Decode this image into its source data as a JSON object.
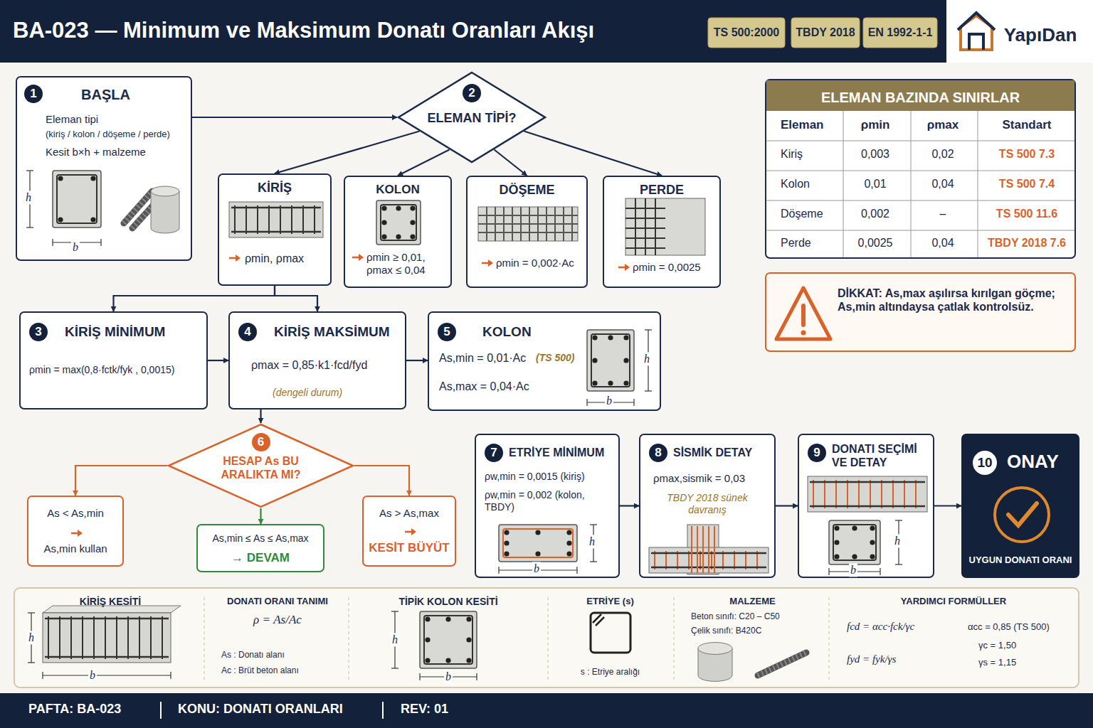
{
  "diagram": {
    "title": "BA-023 — Minimum ve Maksimum Donatı Oranları Akışı",
    "nodes": [
      {
        "text": [
          "1",
          "BAŞLA",
          "Eleman tipi",
          "(kiriş / kolon / döşeme / perde)",
          "Kesit b×h + malzeme"
        ]
      },
      {
        "text": [
          "2",
          "ELEMAN TİPİ?"
        ]
      },
      {
        "text": [
          "KİRİŞ",
          "ρmin, ρmax"
        ]
      },
      {
        "text": [
          "KOLON",
          "ρmin ≥ 0,01, ρmax ≤ 0,04"
        ]
      },
      {
        "text": [
          "DÖŞEME",
          "ρmin = 0,002·Ac"
        ]
      },
      {
        "text": [
          "PERDE",
          "ρmin = 0,0025"
        ]
      },
      {
        "text": [
          "3",
          "KİRİŞ MİNİMUM",
          "ρmin = max(0,8·fctk/fyk , 0,0015)"
        ]
      },
      {
        "text": [
          "4",
          "KİRİŞ MAKSİMUM",
          "ρmax = 0,85·k1·fcd/fyd",
          "(dengeli durum)"
        ]
      },
      {
        "text": [
          "5",
          "KOLON",
          "As,min = 0,01·Ac",
          "(TS 500)",
          "As,max = 0,04·Ac"
        ]
      },
      {
        "text": [
          "6",
          "HESAP As BU ARALIKTA MI?"
        ]
      },
      {
        "text": [
          "As < As,min",
          "As,min kullan"
        ]
      },
      {
        "text": [
          "As,min ≤ As ≤ As,max",
          "→ DEVAM"
        ]
      },
      {
        "text": [
          "As > As,max",
          "KESİT BÜYÜT"
        ]
      },
      {
        "text": [
          "7",
          "ETRİYE MİNİMUM",
          "ρw,min = 0,0015 (kiriş)",
          "ρw,min = 0,002 (kolon, TBDY)"
        ]
      },
      {
        "text": [
          "8",
          "SİSMİK DETAY",
          "ρmax,sismik = 0,03",
          "TBDY 2018 sünek davranış"
        ]
      },
      {
        "text": [
          "9",
          "DONATI SEÇİMİ VE DETAY"
        ]
      },
      {
        "text": [
          "10",
          "ONAY",
          "UYGUN DONATI ORANI"
        ]
      },
      {
        "text": [
          "ELEMAN BAZINDA SINIRLAR"
        ]
      },
      {
        "text": [
          "DİKKAT: As,max aşılırsa kırılgan göçme; As,min altındaysa çatlak kontrolsüz."
        ]
      },
      {
        "text": [
          "KİRİŞ KESİTİ"
        ]
      },
      {
        "text": [
          "DONATI ORANI TANIMI",
          "ρ = As/Ac",
          "As : Donatı alanı",
          "Ac : Brüt beton alanı"
        ]
      },
      {
        "text": [
          "TİPİK KOLON KESİTİ"
        ]
      },
      {
        "text": [
          "ETRİYE (s)",
          "s : Etriye aralığı"
        ]
      },
      {
        "text": [
          "MALZEME",
          "Beton sınıfı: C20 – C50",
          "Çelik sınıfı: B420C"
        ]
      },
      {
        "text": [
          "YARDIMCI FORMÜLLER",
          "fcd = αcc·fck/γc",
          "fyd = fyk/γs",
          "αcc = 0,85 (TS 500)",
          "γc = 1,50",
          "γs = 1,15"
        ]
      }
    ],
    "edges": [
      {
        "from": 0,
        "to": 1,
        "arrow": "to"
      },
      {
        "from": 1,
        "to": 2,
        "arrow": "to"
      },
      {
        "from": 1,
        "to": 3,
        "arrow": "to"
      },
      {
        "from": 1,
        "to": 4,
        "arrow": "to"
      },
      {
        "from": 1,
        "to": 5,
        "arrow": "to"
      },
      {
        "from": 2,
        "to": 6,
        "arrow": "to"
      },
      {
        "from": 2,
        "to": 7,
        "arrow": "to"
      },
      {
        "from": 6,
        "to": 7,
        "arrow": "to"
      },
      {
        "from": 7,
        "to": 8,
        "arrow": "to"
      },
      {
        "from": 7,
        "to": 9,
        "arrow": "to"
      },
      {
        "from": 9,
        "to": 10,
        "arrow": "to"
      },
      {
        "from": 9,
        "to": 11,
        "arrow": "to"
      },
      {
        "from": 9,
        "to": 12,
        "arrow": "to"
      },
      {
        "from": 13,
        "to": 14,
        "arrow": "to"
      },
      {
        "from": 14,
        "to": 15,
        "arrow": "to"
      },
      {
        "from": 15,
        "to": 16,
        "arrow": "to"
      }
    ],
    "labels": [
      "TS 500:2000",
      "TBDY 2018",
      "EN 1992-1-1",
      "YapıDan",
      "h",
      "b",
      "Eleman",
      "ρmin",
      "ρmax",
      "Standart",
      "Kiriş",
      "0,003",
      "0,02",
      "TS 500 7.3",
      "Kolon",
      "0,01",
      "0,04",
      "TS 500 7.4",
      "Döşeme",
      "0,002",
      "–",
      "TS 500 11.6",
      "Perde",
      "0,0025",
      "0,04",
      "TBDY 2018 7.6",
      "h",
      "b",
      "b",
      "h",
      "h",
      "b",
      "h",
      "b",
      "h",
      "b",
      "PAFTA: BA-023",
      "KONU: DONATI ORANLARI",
      "REV: 01"
    ]
  }
}
